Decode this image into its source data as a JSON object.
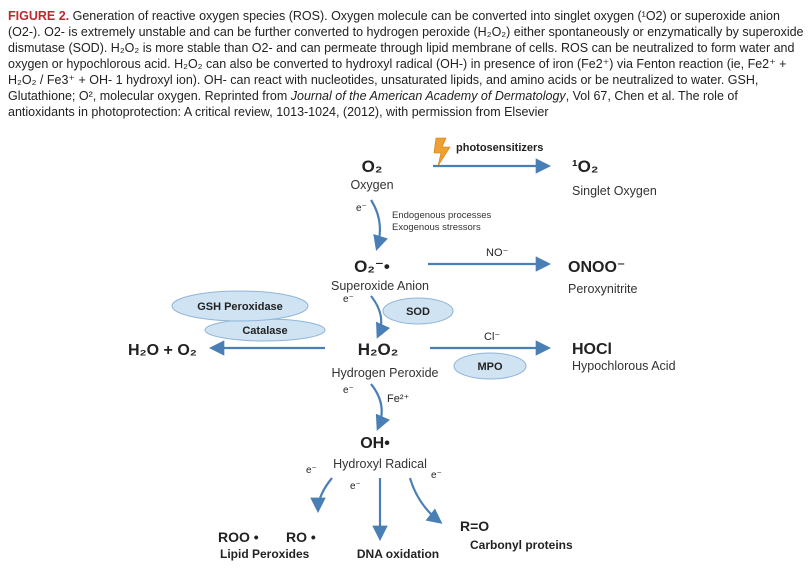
{
  "caption": {
    "label": "FIGURE 2.",
    "text": "Generation of reactive oxygen species (ROS). Oxygen molecule can be converted into singlet oxygen (¹O2) or superoxide anion (O2-). O2- is extremely unstable and can be further converted to hydrogen peroxide (H₂O₂) either spontaneously or enzymatically by superoxide dismutase (SOD). H₂O₂ is more stable than O2- and can permeate through lipid membrane of cells. ROS can be neutralized to form water and oxygen or hypochlorous acid. H₂O₂ can also be converted to hydroxyl radical (OH-) in presence of iron (Fe2⁺) via Fenton reaction (ie, Fe2⁺ + H₂O₂ / Fe3⁺ + OH- 1 hydroxyl ion). OH- can react with nucleotides, unsaturated lipids, and amino acids or be neutralized to water. GSH, Glutathione; O², molecular oxygen. Reprinted from ",
    "journal": "Journal of the American Academy of Dermatology",
    "text_after": ", Vol 67, Chen et al. The role of antioxidants in photoprotection: A critical review, 1013-1024, (2012), with permission from Elsevier"
  },
  "diagram": {
    "oxygen": {
      "formula": "O₂",
      "name": "Oxygen"
    },
    "singlet": {
      "formula": "¹O₂",
      "name": "Singlet Oxygen"
    },
    "photosensitizers": "photosensitizers",
    "electron": "e⁻",
    "processes": [
      "Endogenous processes",
      "Exogenous stressors"
    ],
    "superoxide": {
      "formula": "O₂⁻•",
      "name": "Superoxide Anion"
    },
    "no_label": "NO⁻",
    "peroxynitrite": {
      "formula": "ONOO⁻",
      "name": "Peroxynitrite"
    },
    "gsh": "GSH Peroxidase",
    "catalase": "Catalase",
    "sod": "SOD",
    "water_oxygen": "H₂O + O₂",
    "peroxide": {
      "formula": "H₂O₂",
      "name": "Hydrogen Peroxide"
    },
    "cl_label": "Cl⁻",
    "mpo": "MPO",
    "hocl": {
      "formula": "HOCl",
      "name": "Hypochlorous Acid"
    },
    "fe_label": "Fe²⁺",
    "hydroxyl": {
      "formula": "OH•",
      "name": "Hydroxyl Radical"
    },
    "roo": "ROO •",
    "ro": "RO •",
    "lipid": "Lipid Peroxides",
    "dna": "DNA oxidation",
    "r_o": "R=O",
    "carbonyl": "Carbonyl proteins"
  },
  "colors": {
    "arrow": "#4a7fb5",
    "ellipse_fill": "#cfe3f3",
    "ellipse_stroke": "#8fb5d8",
    "caption_label": "#c1272d",
    "bolt": "#f0a030"
  }
}
